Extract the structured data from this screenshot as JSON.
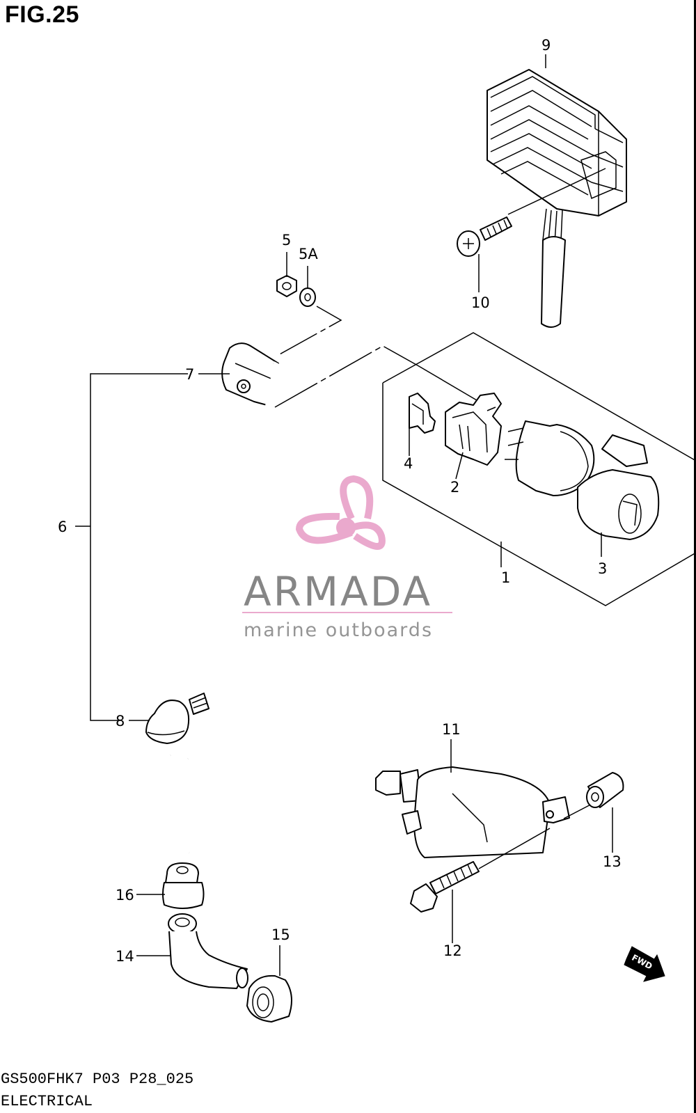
{
  "figure": {
    "title": "FIG.25"
  },
  "footer": {
    "code": "GS500FHK7 P03 P28_025",
    "section": "ELECTRICAL"
  },
  "watermark": {
    "brand": "ARMADA",
    "tagline": "marine outboards",
    "color": "#e8a0c8"
  },
  "direction_marker": {
    "text": "FWD"
  },
  "callouts": {
    "c1": "1",
    "c2": "2",
    "c3": "3",
    "c4": "4",
    "c5": "5",
    "c5a": "5A",
    "c6": "6",
    "c7": "7",
    "c8": "8",
    "c9": "9",
    "c10": "10",
    "c11": "11",
    "c12": "12",
    "c13": "13",
    "c14": "14",
    "c15": "15",
    "c16": "16"
  }
}
